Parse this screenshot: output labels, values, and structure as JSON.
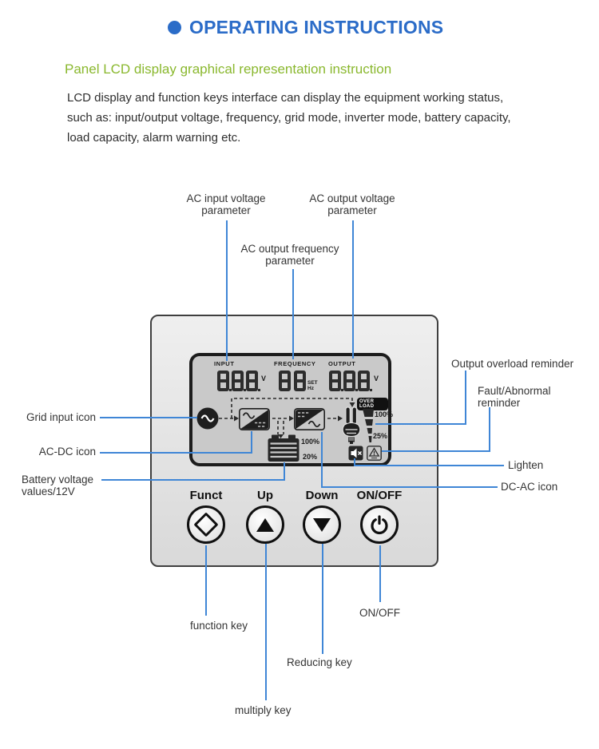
{
  "title": {
    "text": "OPERATING INSTRUCTIONS"
  },
  "subtitle": "Panel LCD display graphical representation instruction",
  "intro": {
    "lines": [
      "LCD display and function keys interface can display the equipment working status,",
      "such as: input/output voltage, frequency, grid mode, inverter mode, battery capacity,",
      "load capacity, alarm warning etc."
    ]
  },
  "callouts": {
    "ac_input_1": "AC input voltage",
    "ac_input_2": "parameter",
    "ac_output_v_1": "AC output voltage",
    "ac_output_v_2": "parameter",
    "ac_output_f_1": "AC output frequency",
    "ac_output_f_2": "parameter",
    "overload": "Output overload reminder",
    "fault_1": "Fault/Abnormal",
    "fault_2": "reminder",
    "lighten": "Lighten",
    "dcac": "DC-AC icon",
    "grid": "Grid input icon",
    "acdc": "AC-DC icon",
    "battery_1": "Battery voltage",
    "battery_2": "values/12V",
    "onoff": "ON/OFF",
    "function_key": "function key",
    "reducing_key": "Reducing key",
    "multiply_key": "multiply key"
  },
  "lcd": {
    "input_label": "INPUT",
    "freq_label": "FREQUENCY",
    "output_label": "OUTPUT",
    "input_value": "888",
    "freq_value": "88",
    "output_value": "888",
    "input_unit": "V",
    "output_unit": "V",
    "set": "SET",
    "hz": "Hz",
    "overload_tag": "OVER LOAD",
    "load_top": "100%",
    "load_bottom": "25%",
    "batt_top": "100%",
    "batt_bottom": "20%",
    "icons": [
      "grid-input-icon",
      "ac-dc-icon",
      "dc-ac-icon",
      "battery-icon",
      "lamp-load-icon",
      "load-gauge-icon",
      "mute-icon",
      "fault-alarm-icon"
    ]
  },
  "buttons": [
    {
      "label": "Funct",
      "glyph": "diamond-icon"
    },
    {
      "label": "Up",
      "glyph": "triangle-up-icon"
    },
    {
      "label": "Down",
      "glyph": "triangle-down-icon"
    },
    {
      "label": "ON/OFF",
      "glyph": "power-icon"
    }
  ],
  "colors": {
    "title_blue": "#2b6cc8",
    "heading_green": "#8ab82e",
    "callout_line_blue": "#3f86d6",
    "lcd_dark": "#262626",
    "lcd_background": "#c9c9c9"
  }
}
